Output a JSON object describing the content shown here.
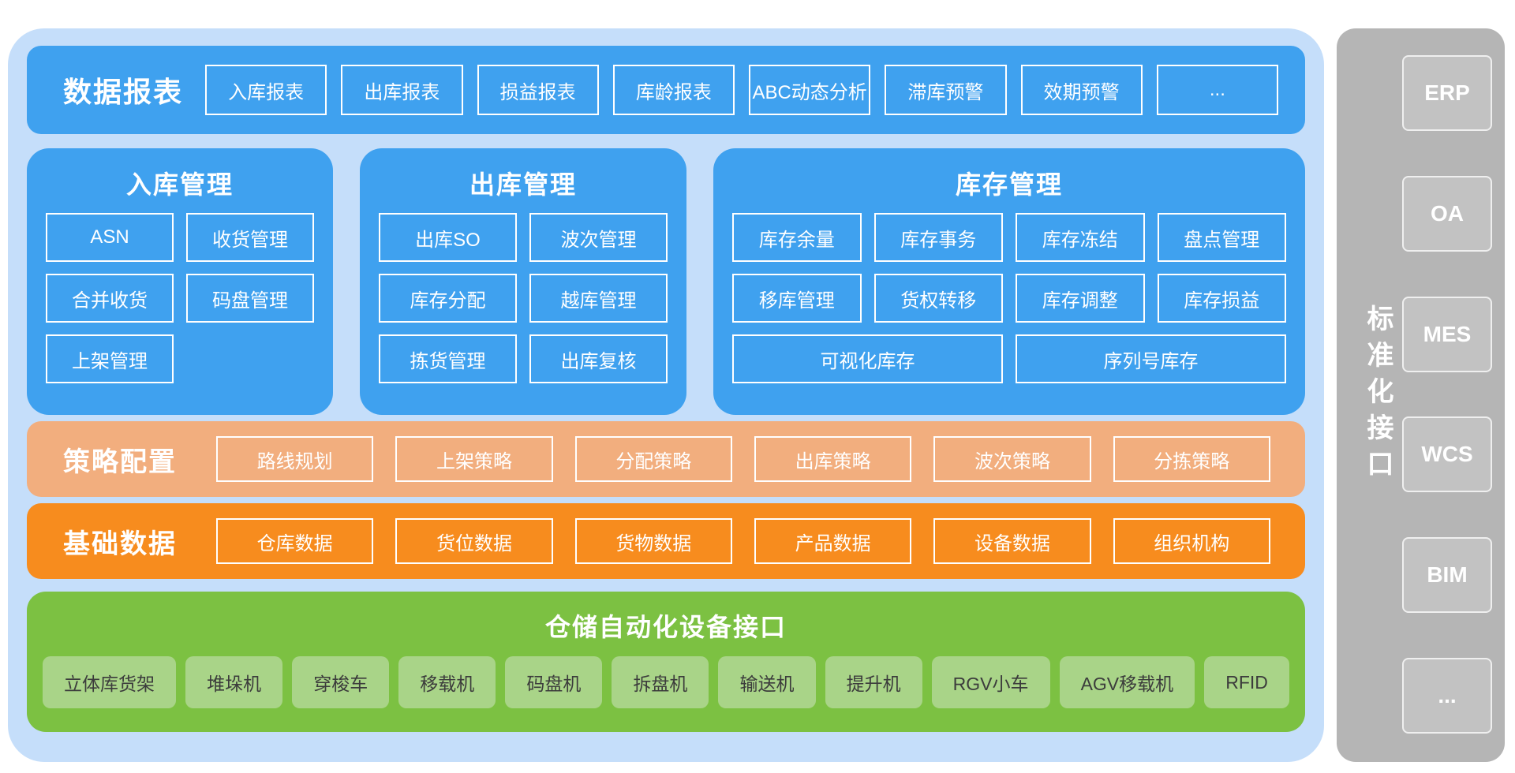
{
  "colors": {
    "container_bg": "#c5defa",
    "blue": "#3fa1ef",
    "peach": "#f2ae7e",
    "orange": "#f78c1e",
    "green": "#7cc142",
    "green_item_bg": "#a9d488",
    "gray_panel": "#b5b5b5",
    "gray_item_bg": "#c2c2c2",
    "box_border": "#ffffff"
  },
  "report_bar": {
    "title": "数据报表",
    "items": [
      "入库报表",
      "出库报表",
      "损益报表",
      "库龄报表",
      "ABC动态分析",
      "滞库预警",
      "效期预警",
      "..."
    ]
  },
  "inbound_panel": {
    "title": "入库管理",
    "items": [
      "ASN",
      "收货管理",
      "合并收货",
      "码盘管理",
      "上架管理"
    ]
  },
  "outbound_panel": {
    "title": "出库管理",
    "items": [
      "出库SO",
      "波次管理",
      "库存分配",
      "越库管理",
      "拣货管理",
      "出库复核"
    ]
  },
  "inventory_panel": {
    "title": "库存管理",
    "items": [
      "库存余量",
      "库存事务",
      "库存冻结",
      "盘点管理",
      "移库管理",
      "货权转移",
      "库存调整",
      "库存损益"
    ],
    "wide_items": [
      "可视化库存",
      "序列号库存"
    ]
  },
  "strategy_bar": {
    "title": "策略配置",
    "items": [
      "路线规划",
      "上架策略",
      "分配策略",
      "出库策略",
      "波次策略",
      "分拣策略"
    ]
  },
  "base_bar": {
    "title": "基础数据",
    "items": [
      "仓库数据",
      "货位数据",
      "货物数据",
      "产品数据",
      "设备数据",
      "组织机构"
    ]
  },
  "device_panel": {
    "title": "仓储自动化设备接口",
    "items": [
      "立体库货架",
      "堆垛机",
      "穿梭车",
      "移载机",
      "码盘机",
      "拆盘机",
      "输送机",
      "提升机",
      "RGV小车",
      "AGV移载机",
      "RFID"
    ]
  },
  "interface_sidebar": {
    "title": "标准化接口",
    "items": [
      "ERP",
      "OA",
      "MES",
      "WCS",
      "BIM",
      "..."
    ]
  }
}
